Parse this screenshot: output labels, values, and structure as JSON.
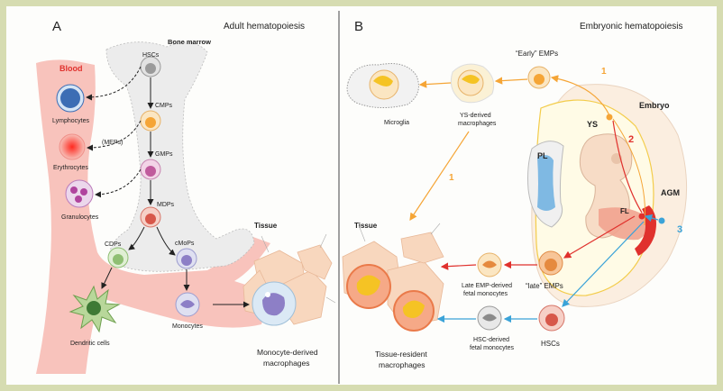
{
  "panel_a": {
    "letter": "A",
    "title": "Adult hematopoiesis",
    "blood": "Blood",
    "bone_marrow": "Bone marrow",
    "tissue": "Tissue",
    "cells": {
      "hscs": "HSCs",
      "cmps": "CMPs",
      "meps": "(MEPs)",
      "gmps": "GMPs",
      "mdps": "MDPs",
      "cdps": "CDPs",
      "cmops": "cMoPs",
      "monocytes": "Monocytes",
      "lymphocytes": "Lymphocytes",
      "erythrocytes": "Erythrocytes",
      "granulocytes": "Granulocytes",
      "dendritic": "Dendritic cells"
    },
    "macrophages_1": "Monocyte-derived",
    "macrophages_2": "macrophages"
  },
  "panel_b": {
    "letter": "B",
    "title": "Embryonic hematopoiesis",
    "early_emps": "“Early” EMPs",
    "microglia": "Microglia",
    "ys_mac_1": "YS-derived",
    "ys_mac_2": "macrophages",
    "embryo": "Embryo",
    "ys": "YS",
    "pl": "PL",
    "fl": "FL",
    "agm": "AGM",
    "tissue": "Tissue",
    "late_emps": "“late” EMPs",
    "hscs": "HSCs",
    "late_fetal_1": "Late EMP-derived",
    "late_fetal_2": "fetal monocytes",
    "hsc_fetal_1": "HSC-derived",
    "hsc_fetal_2": "fetal monocytes",
    "resident_1": "Tissue-resident",
    "resident_2": "macrophages",
    "num1a": "1",
    "num1b": "1",
    "num2": "2",
    "num3": "3"
  },
  "colors": {
    "border": "#d6dcb1",
    "blood": "#f7b9b0",
    "orange": "#f5a536",
    "red": "#e0312d",
    "blue": "#3ba3d8"
  }
}
